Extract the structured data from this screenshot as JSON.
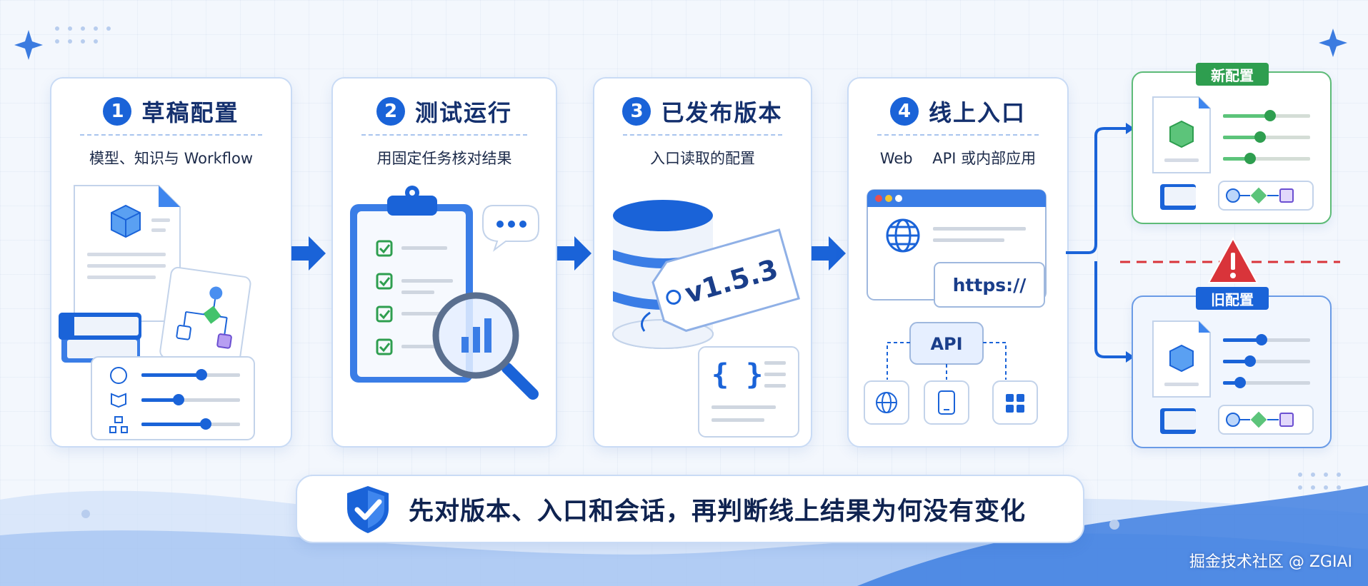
{
  "steps": [
    {
      "number": "1",
      "title": "草稿配置",
      "subtitle": "模型、知识与 Workflow"
    },
    {
      "number": "2",
      "title": "测试运行",
      "subtitle": "用固定任务核对结果"
    },
    {
      "number": "3",
      "title": "已发布版本",
      "subtitle": "入口读取的配置"
    },
    {
      "number": "4",
      "title": "线上入口",
      "subtitle": "Web　 API 或内部应用"
    }
  ],
  "version_tag": "v1.5.3",
  "url_label": "https://",
  "api_label": "API",
  "configs": {
    "new": {
      "label": "新配置",
      "color": "#2e9e4f"
    },
    "old": {
      "label": "旧配置",
      "color": "#1a63d8"
    }
  },
  "footer": {
    "text": "先对版本、入口和会话，再判断线上结果为何没有变化"
  },
  "watermark": "掘金技术社区 @ ZGIAI",
  "colors": {
    "accent": "#1a63d8",
    "green": "#2e9e4f",
    "warning": "#d9343a"
  }
}
